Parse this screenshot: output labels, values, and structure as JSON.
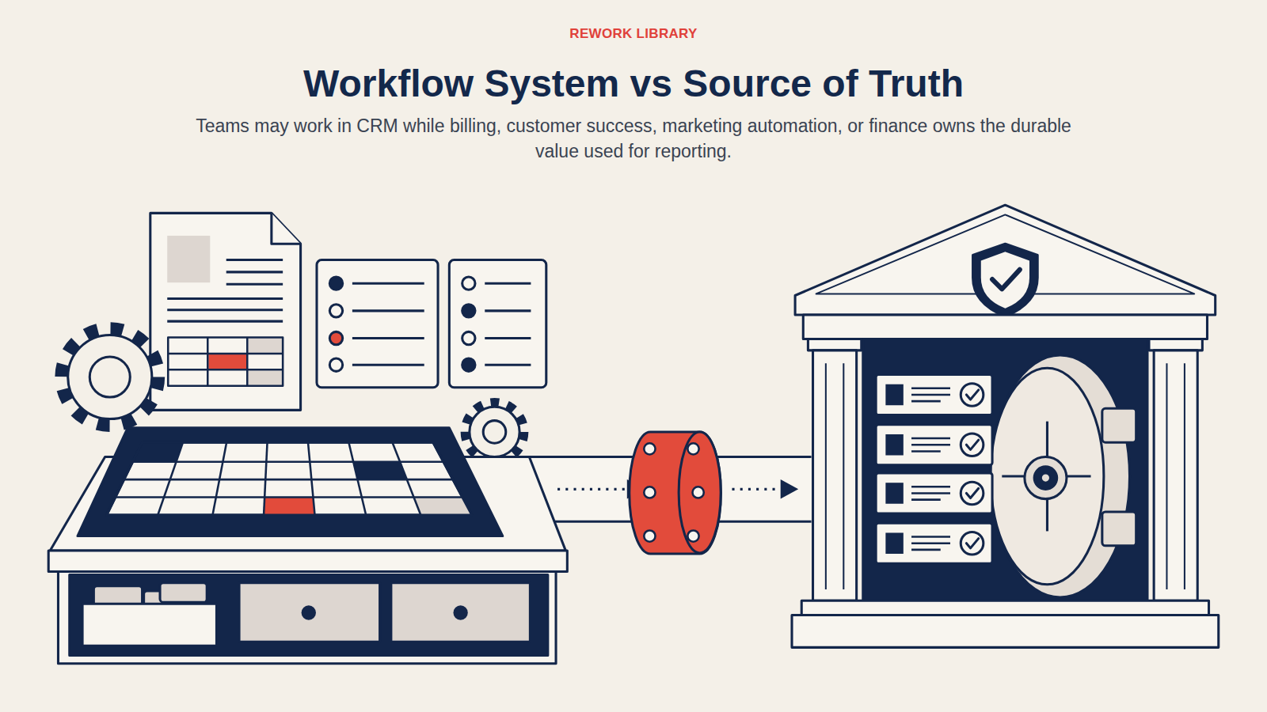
{
  "diagram": {
    "title": "Workflow System vs Source of Truth",
    "caption": "Teams may work in CRM while billing, customer success, marketing automation, or finance owns the durable value used for reporting.",
    "labels": [
      "REWORK LIBRARY"
    ]
  }
}
